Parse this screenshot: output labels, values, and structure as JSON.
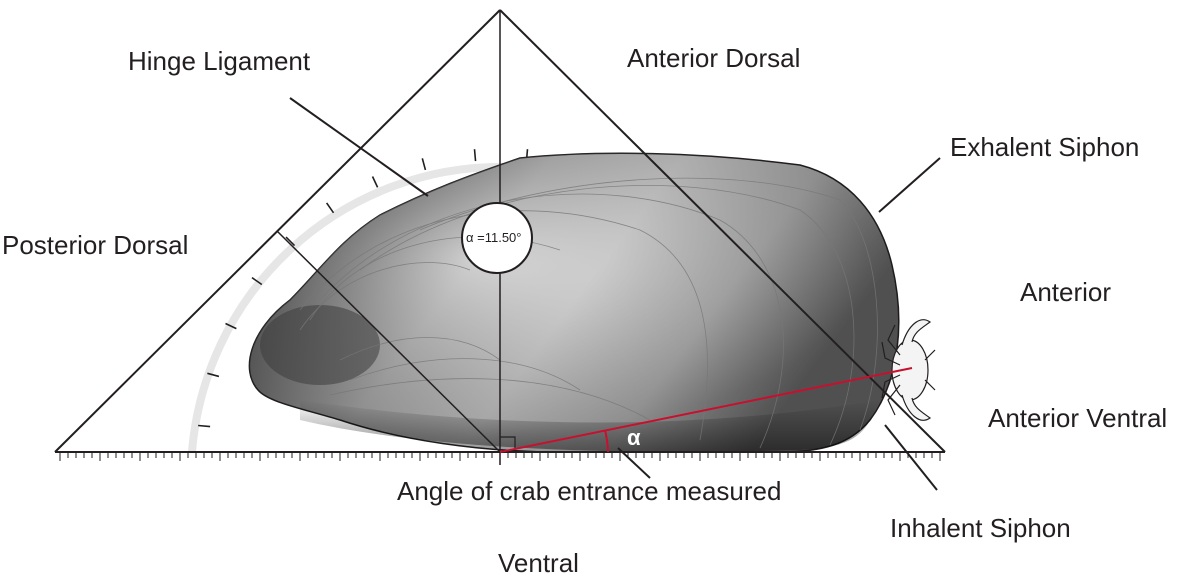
{
  "labels": {
    "hinge_ligament": "Hinge Ligament",
    "anterior_dorsal": "Anterior Dorsal",
    "exhalent_siphon": "Exhalent Siphon",
    "posterior_dorsal": "Posterior Dorsal",
    "anterior": "Anterior",
    "anterior_ventral": "Anterior Ventral",
    "angle_measured": "Angle of crab entrance measured",
    "inhalent_siphon": "Inhalent Siphon",
    "ventral": "Ventral"
  },
  "angle": {
    "readout": "α =11.50°",
    "symbol": "α",
    "value_deg": 11.5
  },
  "colors": {
    "ink": "#231f20",
    "angle_line": "#c8102e",
    "protractor_arc": "#e6e6e6",
    "shell_dark": "#3a3a3a",
    "shell_light": "#e2e2e2"
  },
  "icons": {
    "crab": "crab-icon",
    "mussel_shell": "mussel-shell-icon"
  }
}
